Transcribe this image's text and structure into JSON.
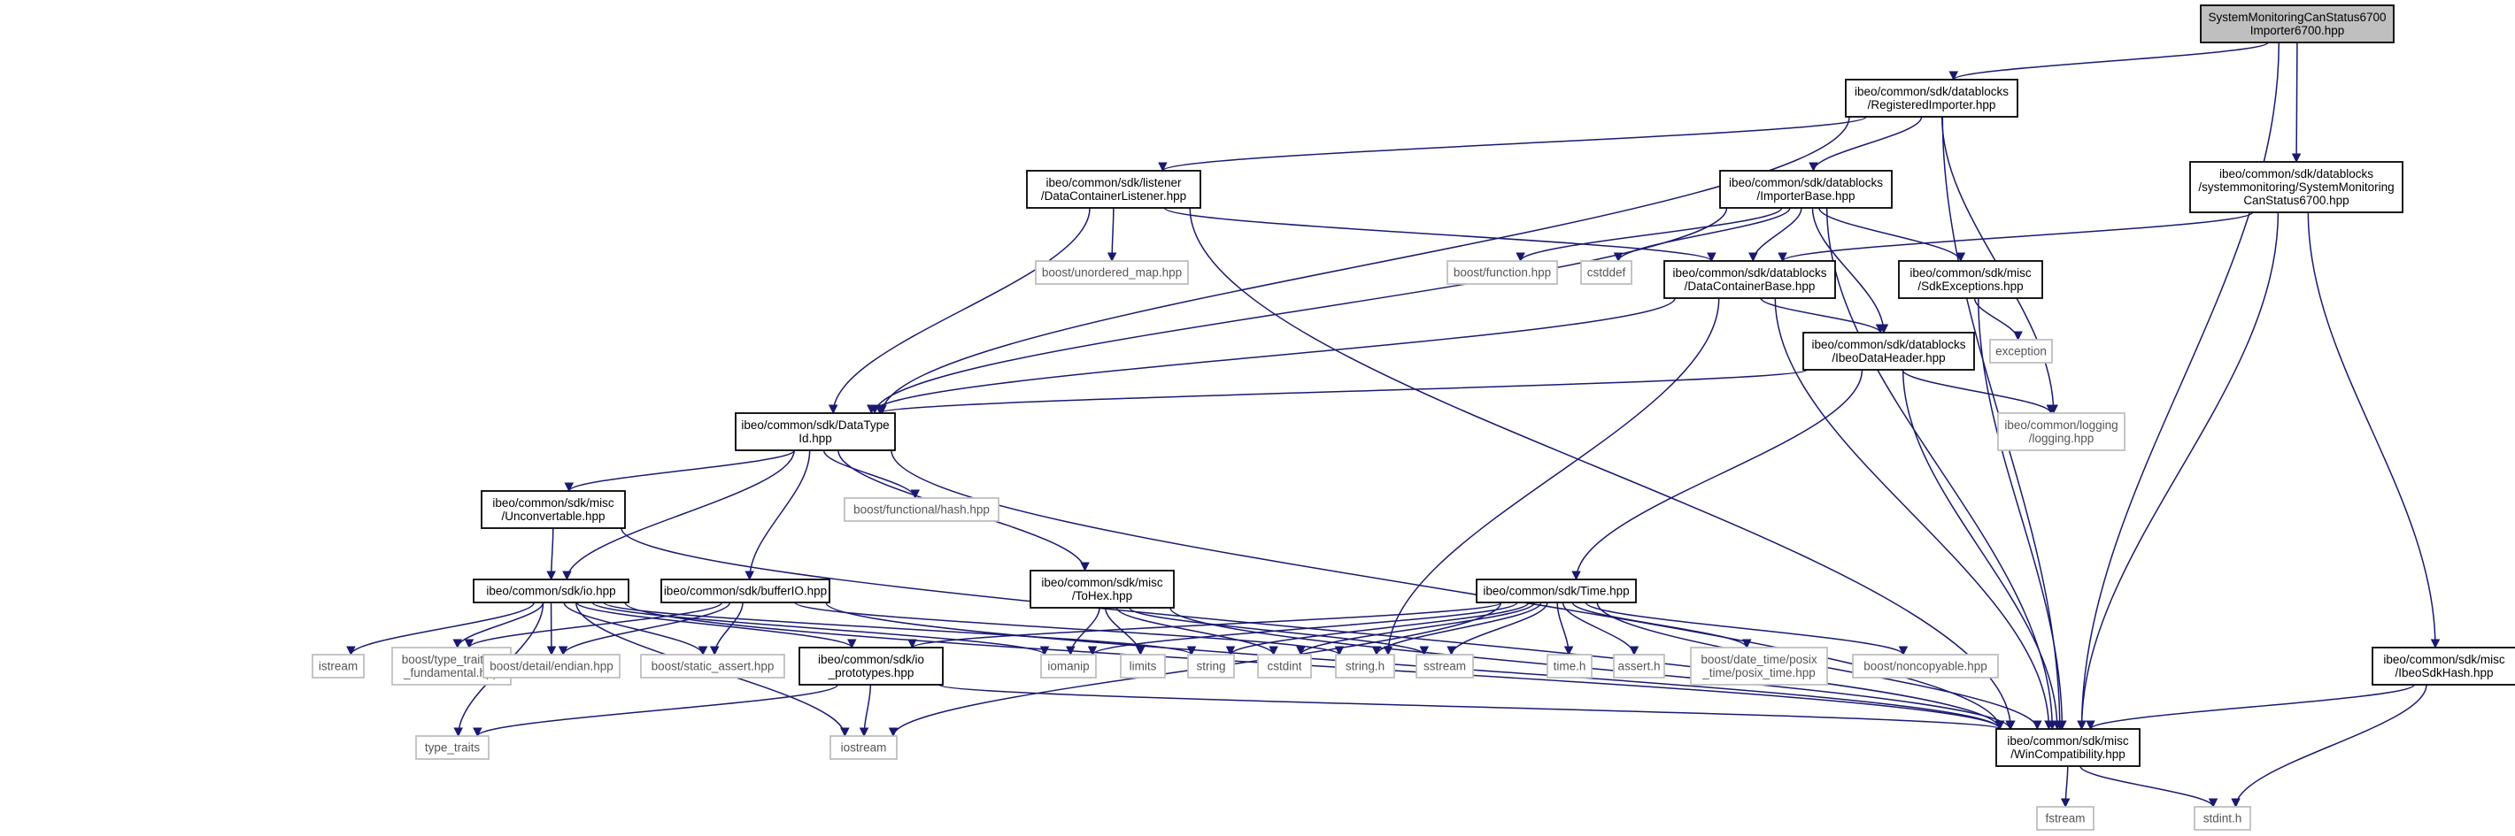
{
  "colors": {
    "edge": "#191970",
    "root_fill": "#bfbfbf",
    "node_border": "#000000",
    "external_border": "#bfbfbf",
    "background": "#ffffff"
  },
  "nodes": [
    {
      "id": "root",
      "kind": "root",
      "lines": [
        "SystemMonitoringCanStatus6700",
        "Importer6700.hpp"
      ]
    },
    {
      "id": "registered_importer",
      "kind": "header",
      "lines": [
        "ibeo/common/sdk/datablocks",
        "/RegisteredImporter.hpp"
      ]
    },
    {
      "id": "sysmon_can_status",
      "kind": "header",
      "lines": [
        "ibeo/common/sdk/datablocks",
        "/systemmonitoring/SystemMonitoring",
        "CanStatus6700.hpp"
      ]
    },
    {
      "id": "data_container_listener",
      "kind": "header",
      "lines": [
        "ibeo/common/sdk/listener",
        "/DataContainerListener.hpp"
      ]
    },
    {
      "id": "importer_base",
      "kind": "header",
      "lines": [
        "ibeo/common/sdk/datablocks",
        "/ImporterBase.hpp"
      ]
    },
    {
      "id": "unordered_map",
      "kind": "external",
      "lines": [
        "boost/unordered_map.hpp"
      ]
    },
    {
      "id": "boost_function",
      "kind": "external",
      "lines": [
        "boost/function.hpp"
      ]
    },
    {
      "id": "cstddef",
      "kind": "external",
      "lines": [
        "cstddef"
      ]
    },
    {
      "id": "data_container_base",
      "kind": "header",
      "lines": [
        "ibeo/common/sdk/datablocks",
        "/DataContainerBase.hpp"
      ]
    },
    {
      "id": "sdk_exceptions",
      "kind": "header",
      "lines": [
        "ibeo/common/sdk/misc",
        "/SdkExceptions.hpp"
      ]
    },
    {
      "id": "exception",
      "kind": "external",
      "lines": [
        "exception"
      ]
    },
    {
      "id": "ibeo_data_header",
      "kind": "header",
      "lines": [
        "ibeo/common/sdk/datablocks",
        "/IbeoDataHeader.hpp"
      ]
    },
    {
      "id": "data_type_id",
      "kind": "header",
      "lines": [
        "ibeo/common/sdk/DataType",
        "Id.hpp"
      ]
    },
    {
      "id": "logging",
      "kind": "external",
      "lines": [
        "ibeo/common/logging",
        "/logging.hpp"
      ]
    },
    {
      "id": "functional_hash",
      "kind": "external",
      "lines": [
        "boost/functional/hash.hpp"
      ]
    },
    {
      "id": "unconvertable",
      "kind": "header",
      "lines": [
        "ibeo/common/sdk/misc",
        "/Unconvertable.hpp"
      ]
    },
    {
      "id": "io",
      "kind": "header",
      "lines": [
        "ibeo/common/sdk/io.hpp"
      ]
    },
    {
      "id": "buffer_io",
      "kind": "header",
      "lines": [
        "ibeo/common/sdk/bufferIO.hpp"
      ]
    },
    {
      "id": "to_hex",
      "kind": "header",
      "lines": [
        "ibeo/common/sdk/misc",
        "/ToHex.hpp"
      ]
    },
    {
      "id": "time",
      "kind": "header",
      "lines": [
        "ibeo/common/sdk/Time.hpp"
      ]
    },
    {
      "id": "istream",
      "kind": "external",
      "lines": [
        "istream"
      ]
    },
    {
      "id": "is_fundamental",
      "kind": "external",
      "lines": [
        "boost/type_traits/is",
        "_fundamental.hpp"
      ]
    },
    {
      "id": "endian",
      "kind": "external",
      "lines": [
        "boost/detail/endian.hpp"
      ]
    },
    {
      "id": "static_assert",
      "kind": "external",
      "lines": [
        "boost/static_assert.hpp"
      ]
    },
    {
      "id": "io_prototypes",
      "kind": "header",
      "lines": [
        "ibeo/common/sdk/io",
        "_prototypes.hpp"
      ]
    },
    {
      "id": "iomanip",
      "kind": "external",
      "lines": [
        "iomanip"
      ]
    },
    {
      "id": "limits",
      "kind": "external",
      "lines": [
        "limits"
      ]
    },
    {
      "id": "string",
      "kind": "external",
      "lines": [
        "string"
      ]
    },
    {
      "id": "cstdint",
      "kind": "external",
      "lines": [
        "cstdint"
      ]
    },
    {
      "id": "string_h",
      "kind": "external",
      "lines": [
        "string.h"
      ]
    },
    {
      "id": "sstream",
      "kind": "external",
      "lines": [
        "sstream"
      ]
    },
    {
      "id": "time_h",
      "kind": "external",
      "lines": [
        "time.h"
      ]
    },
    {
      "id": "assert_h",
      "kind": "external",
      "lines": [
        "assert.h"
      ]
    },
    {
      "id": "posix_time",
      "kind": "external",
      "lines": [
        "boost/date_time/posix",
        "_time/posix_time.hpp"
      ]
    },
    {
      "id": "noncopyable",
      "kind": "external",
      "lines": [
        "boost/noncopyable.hpp"
      ]
    },
    {
      "id": "ibeo_sdk_hash",
      "kind": "header",
      "lines": [
        "ibeo/common/sdk/misc",
        "/IbeoSdkHash.hpp"
      ]
    },
    {
      "id": "type_traits",
      "kind": "external",
      "lines": [
        "type_traits"
      ]
    },
    {
      "id": "iostream",
      "kind": "external",
      "lines": [
        "iostream"
      ]
    },
    {
      "id": "win_compat",
      "kind": "header",
      "lines": [
        "ibeo/common/sdk/misc",
        "/WinCompatibility.hpp"
      ]
    },
    {
      "id": "fstream",
      "kind": "external",
      "lines": [
        "fstream"
      ]
    },
    {
      "id": "stdint_h",
      "kind": "external",
      "lines": [
        "stdint.h"
      ]
    }
  ],
  "edges": [
    [
      "root",
      "registered_importer"
    ],
    [
      "root",
      "sysmon_can_status"
    ],
    [
      "root",
      "win_compat"
    ],
    [
      "registered_importer",
      "data_container_listener"
    ],
    [
      "registered_importer",
      "importer_base"
    ],
    [
      "registered_importer",
      "data_type_id"
    ],
    [
      "registered_importer",
      "logging"
    ],
    [
      "registered_importer",
      "win_compat"
    ],
    [
      "sysmon_can_status",
      "data_container_base"
    ],
    [
      "sysmon_can_status",
      "ibeo_sdk_hash"
    ],
    [
      "sysmon_can_status",
      "win_compat"
    ],
    [
      "data_container_listener",
      "unordered_map"
    ],
    [
      "data_container_listener",
      "data_type_id"
    ],
    [
      "data_container_listener",
      "data_container_base"
    ],
    [
      "data_container_listener",
      "win_compat"
    ],
    [
      "importer_base",
      "boost_function"
    ],
    [
      "importer_base",
      "cstddef"
    ],
    [
      "importer_base",
      "data_container_base"
    ],
    [
      "importer_base",
      "sdk_exceptions"
    ],
    [
      "importer_base",
      "ibeo_data_header"
    ],
    [
      "importer_base",
      "data_type_id"
    ],
    [
      "importer_base",
      "win_compat"
    ],
    [
      "data_container_base",
      "ibeo_data_header"
    ],
    [
      "data_container_base",
      "data_type_id"
    ],
    [
      "data_container_base",
      "string_h"
    ],
    [
      "data_container_base",
      "win_compat"
    ],
    [
      "sdk_exceptions",
      "exception"
    ],
    [
      "sdk_exceptions",
      "win_compat"
    ],
    [
      "ibeo_data_header",
      "data_type_id"
    ],
    [
      "ibeo_data_header",
      "logging"
    ],
    [
      "ibeo_data_header",
      "time"
    ],
    [
      "ibeo_data_header",
      "win_compat"
    ],
    [
      "data_type_id",
      "functional_hash"
    ],
    [
      "data_type_id",
      "unconvertable"
    ],
    [
      "data_type_id",
      "io"
    ],
    [
      "data_type_id",
      "buffer_io"
    ],
    [
      "data_type_id",
      "to_hex"
    ],
    [
      "data_type_id",
      "win_compat"
    ],
    [
      "unconvertable",
      "io"
    ],
    [
      "unconvertable",
      "win_compat"
    ],
    [
      "io",
      "istream"
    ],
    [
      "io",
      "is_fundamental"
    ],
    [
      "io",
      "endian"
    ],
    [
      "io",
      "static_assert"
    ],
    [
      "io",
      "io_prototypes"
    ],
    [
      "io",
      "iomanip"
    ],
    [
      "io",
      "string"
    ],
    [
      "io",
      "type_traits"
    ],
    [
      "io",
      "iostream"
    ],
    [
      "io",
      "win_compat"
    ],
    [
      "buffer_io",
      "is_fundamental"
    ],
    [
      "buffer_io",
      "endian"
    ],
    [
      "buffer_io",
      "static_assert"
    ],
    [
      "buffer_io",
      "string_h"
    ],
    [
      "buffer_io",
      "win_compat"
    ],
    [
      "to_hex",
      "iomanip"
    ],
    [
      "to_hex",
      "limits"
    ],
    [
      "to_hex",
      "cstdint"
    ],
    [
      "to_hex",
      "sstream"
    ],
    [
      "to_hex",
      "win_compat"
    ],
    [
      "time",
      "io_prototypes"
    ],
    [
      "time",
      "iomanip"
    ],
    [
      "time",
      "string"
    ],
    [
      "time",
      "cstdint"
    ],
    [
      "time",
      "string_h"
    ],
    [
      "time",
      "sstream"
    ],
    [
      "time",
      "time_h"
    ],
    [
      "time",
      "assert_h"
    ],
    [
      "time",
      "posix_time"
    ],
    [
      "time",
      "noncopyable"
    ],
    [
      "time",
      "iostream"
    ],
    [
      "time",
      "win_compat"
    ],
    [
      "io_prototypes",
      "type_traits"
    ],
    [
      "io_prototypes",
      "iostream"
    ],
    [
      "io_prototypes",
      "win_compat"
    ],
    [
      "ibeo_sdk_hash",
      "stdint_h"
    ],
    [
      "ibeo_sdk_hash",
      "win_compat"
    ],
    [
      "win_compat",
      "fstream"
    ],
    [
      "win_compat",
      "stdint_h"
    ]
  ]
}
